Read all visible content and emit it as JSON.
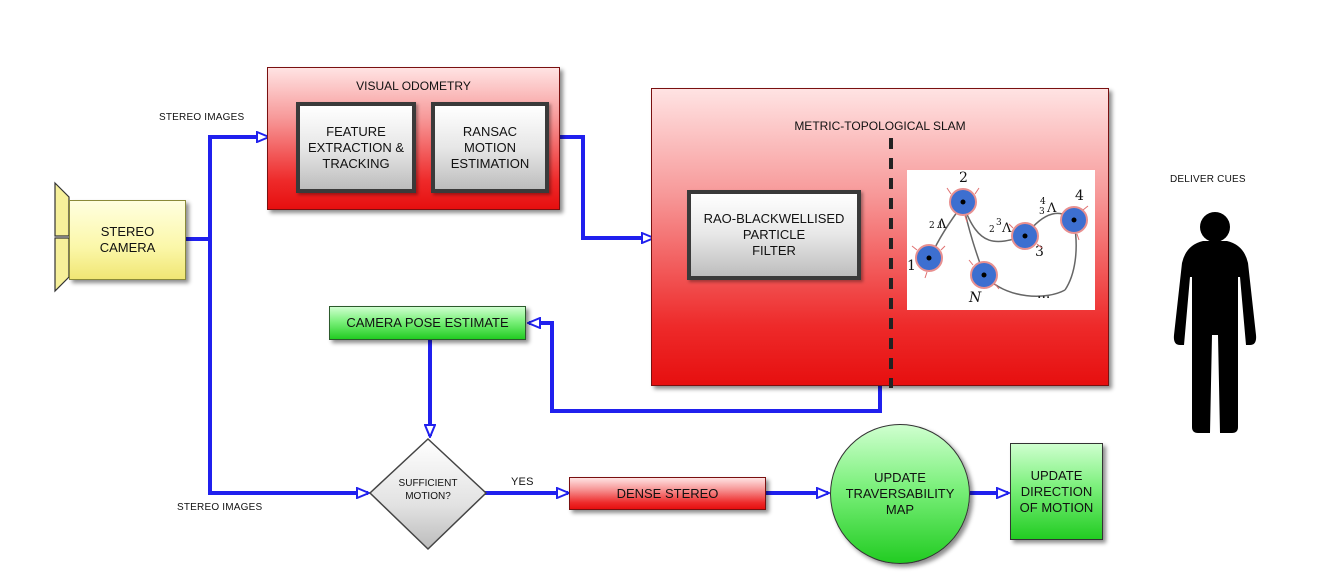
{
  "nodes": {
    "stereo_camera": "STEREO\nCAMERA",
    "visual_odometry": "VISUAL ODOMETRY",
    "feature_extraction": "FEATURE\nEXTRACTION &\nTRACKING",
    "ransac": "RANSAC\nMOTION\nESTIMATION",
    "slam": "METRIC-TOPOLOGICAL SLAM",
    "rbpf": "RAO-BLACKWELLISED\nPARTICLE\nFILTER",
    "camera_pose": "CAMERA POSE ESTIMATE",
    "sufficient_motion": "SUFFICIENT\nMOTION?",
    "dense_stereo": "DENSE STEREO",
    "traversability": "UPDATE\nTRAVERSABILITY\nMAP",
    "direction": "UPDATE\nDIRECTION\nOF MOTION",
    "deliver_cues": "DELIVER CUES"
  },
  "edge_labels": {
    "stereo_images_top": "STEREO IMAGES",
    "stereo_images_bottom": "STEREO IMAGES",
    "yes": "YES"
  },
  "graph": {
    "node_labels": [
      "2",
      "1",
      "3",
      "4",
      "N",
      "..."
    ],
    "edge_labels": [
      "Λ",
      "Λ",
      "Λ"
    ],
    "edge_indices": [
      {
        "pre": "2",
        "sup": "3"
      },
      {
        "pre": "3",
        "sup": "4"
      }
    ],
    "edge_index_left": "2 1"
  },
  "colors": {
    "wire": "#2020ee",
    "red_panel": "#ee2222",
    "green": "#33dd33",
    "yellow": "#faf59e",
    "node_fill": "#3d6fd0",
    "node_ring": "#e89090"
  }
}
